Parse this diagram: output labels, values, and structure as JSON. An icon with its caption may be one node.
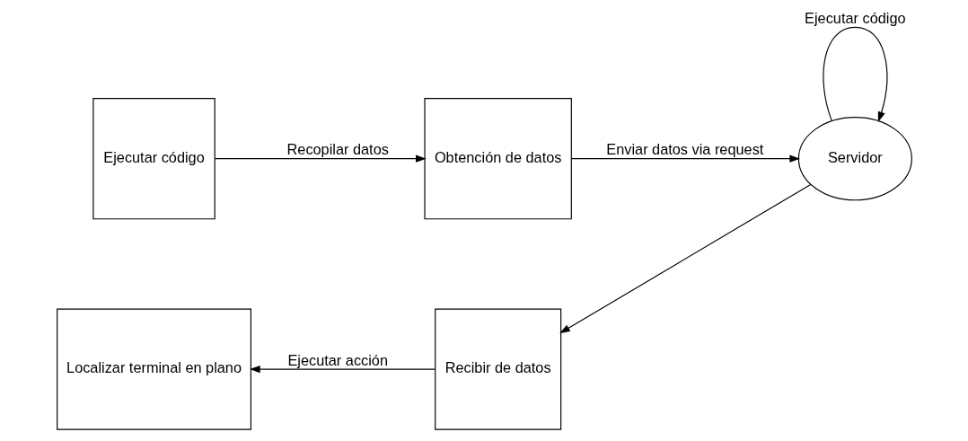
{
  "diagram": {
    "nodes": [
      {
        "text": [
          "Ejecutar código"
        ]
      },
      {
        "text": [
          "Obtención de datos"
        ]
      },
      {
        "text": [
          "Servidor"
        ]
      },
      {
        "text": [
          "Recibir de datos"
        ]
      },
      {
        "text": [
          "Localizar terminal en plano"
        ]
      }
    ],
    "edges": [
      {
        "from": 0,
        "to": 1,
        "arrow": "to",
        "label": "Recopilar datos"
      },
      {
        "from": 1,
        "to": 2,
        "arrow": "to",
        "label": "Enviar datos via request"
      },
      {
        "from": 2,
        "to": 2,
        "arrow": "to",
        "label": "Ejecutar código"
      },
      {
        "from": 2,
        "to": 3,
        "arrow": "to"
      },
      {
        "from": 3,
        "to": 4,
        "arrow": "to",
        "label": "Ejecutar acción"
      }
    ]
  }
}
